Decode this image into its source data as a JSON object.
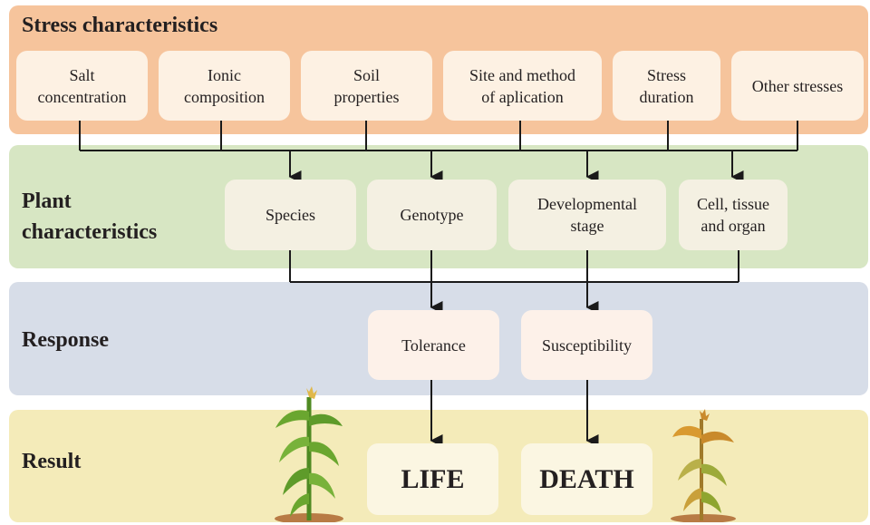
{
  "sections": {
    "stress_title": "Stress characteristics",
    "plant_title": "Plant\ncharacteristics",
    "response_title": "Response",
    "result_title": "Result"
  },
  "stress_items": [
    "Salt\nconcentration",
    "Ionic\ncomposition",
    "Soil\nproperties",
    "Site and method\nof aplication",
    "Stress\nduration",
    "Other stresses"
  ],
  "plant_items": [
    "Species",
    "Genotype",
    "Developmental\nstage",
    "Cell, tissue\nand organ"
  ],
  "response_items": [
    "Tolerance",
    "Susceptibility"
  ],
  "result_items": [
    "LIFE",
    "DEATH"
  ],
  "colors": {
    "stress_band": "#f6c49c",
    "plant_band": "#d7e6c3",
    "response_band": "#d7dde8",
    "result_band": "#f4ebb9",
    "healthy_plant": "#6aa62f",
    "dead_plant": "#c98a2b"
  },
  "icons": [
    "healthy-plant-icon",
    "dying-plant-icon"
  ]
}
